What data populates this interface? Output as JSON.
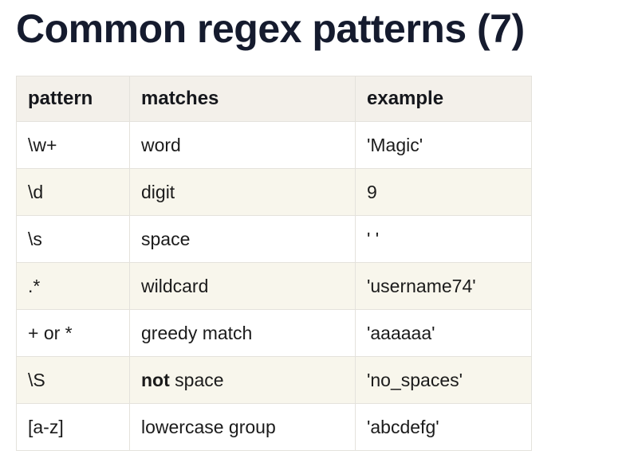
{
  "slide": {
    "title": "Common regex patterns (7)",
    "title_color": "#151b2e",
    "background_color": "#ffffff"
  },
  "table": {
    "header_background": "#f3f0ea",
    "stripe_background": "#f8f6ec",
    "row_background": "#ffffff",
    "border_color": "#e4e2dc",
    "columns": [
      {
        "key": "pattern",
        "label": "pattern"
      },
      {
        "key": "matches",
        "label": "matches"
      },
      {
        "key": "example",
        "label": "example"
      }
    ],
    "rows": [
      {
        "pattern": "\\w+",
        "matches_prefix": "",
        "matches": "word",
        "example": "'Magic'"
      },
      {
        "pattern": "\\d",
        "matches_prefix": "",
        "matches": "digit",
        "example": "9"
      },
      {
        "pattern": "\\s",
        "matches_prefix": "",
        "matches": "space",
        "example": "' '"
      },
      {
        "pattern": ".*",
        "matches_prefix": "",
        "matches": "wildcard",
        "example": "'username74'"
      },
      {
        "pattern": "+ or *",
        "matches_prefix": "",
        "matches": "greedy match",
        "example": "'aaaaaa'"
      },
      {
        "pattern": "\\S",
        "matches_prefix": "not",
        "matches": " space",
        "example": "'no_spaces'"
      },
      {
        "pattern": "[a-z]",
        "matches_prefix": "",
        "matches": "lowercase group",
        "example": "'abcdefg'"
      }
    ]
  }
}
